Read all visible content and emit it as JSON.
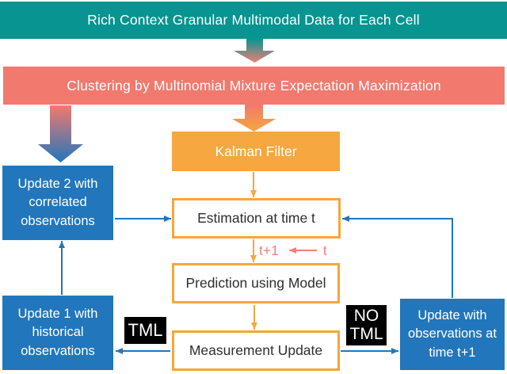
{
  "diagram": {
    "top_banner": "Rich Context Granular Multimodal Data for Each Cell",
    "clustering_banner": "Clustering by Multinomial Mixture Expectation Maximization",
    "kalman": "Kalman Filter",
    "estimation": "Estimation at time t",
    "prediction": "Prediction using Model",
    "measurement": "Measurement Update",
    "update2": "Update 2 with correlated observations",
    "update1": "Update 1 with historical observations",
    "update_right": "Update with observations at time t+1",
    "tml": "TML",
    "no_tml_line1": "NO",
    "no_tml_line2": "TML",
    "timestep_next": "t+1",
    "timestep_current": "t"
  },
  "colors": {
    "teal": "#089490",
    "salmon": "#f2796e",
    "orange": "#f5a73b",
    "blue": "#2276bc",
    "badge_black": "#000000",
    "timestep_text": "#f28077",
    "process_text": "#2e2e2e",
    "background": "#ffffff"
  }
}
